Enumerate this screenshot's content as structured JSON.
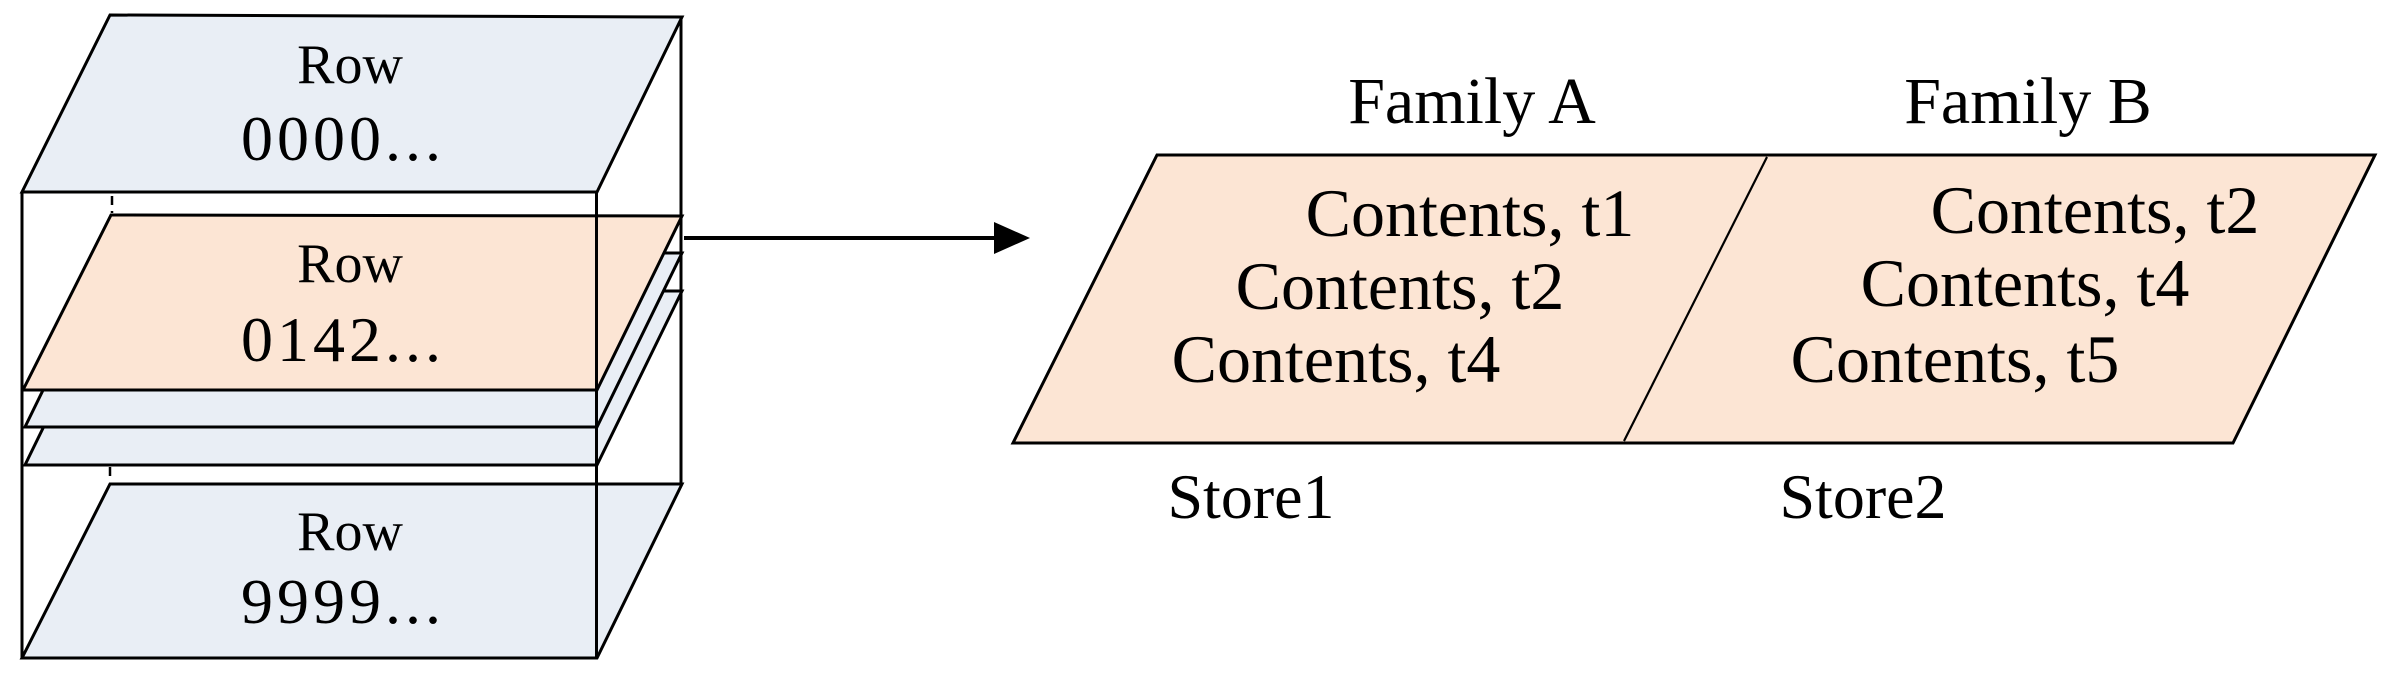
{
  "colors": {
    "highlight": "#fce5d4",
    "layer": "#e9eef5",
    "stroke": "#000000"
  },
  "stack": {
    "rows": [
      {
        "line1": "Row",
        "line2": "0000...",
        "highlighted": false
      },
      {
        "line1": "Row",
        "line2": "0142...",
        "highlighted": true
      },
      {
        "line1": "Row",
        "line2": "9999...",
        "highlighted": false
      }
    ]
  },
  "families": [
    {
      "label": "Family A",
      "cells": [
        "Contents, t1",
        "Contents, t2",
        "Contents, t4"
      ],
      "store": "Store1"
    },
    {
      "label": "Family B",
      "cells": [
        "Contents, t2",
        "Contents, t4",
        "Contents, t5"
      ],
      "store": "Store2"
    }
  ]
}
